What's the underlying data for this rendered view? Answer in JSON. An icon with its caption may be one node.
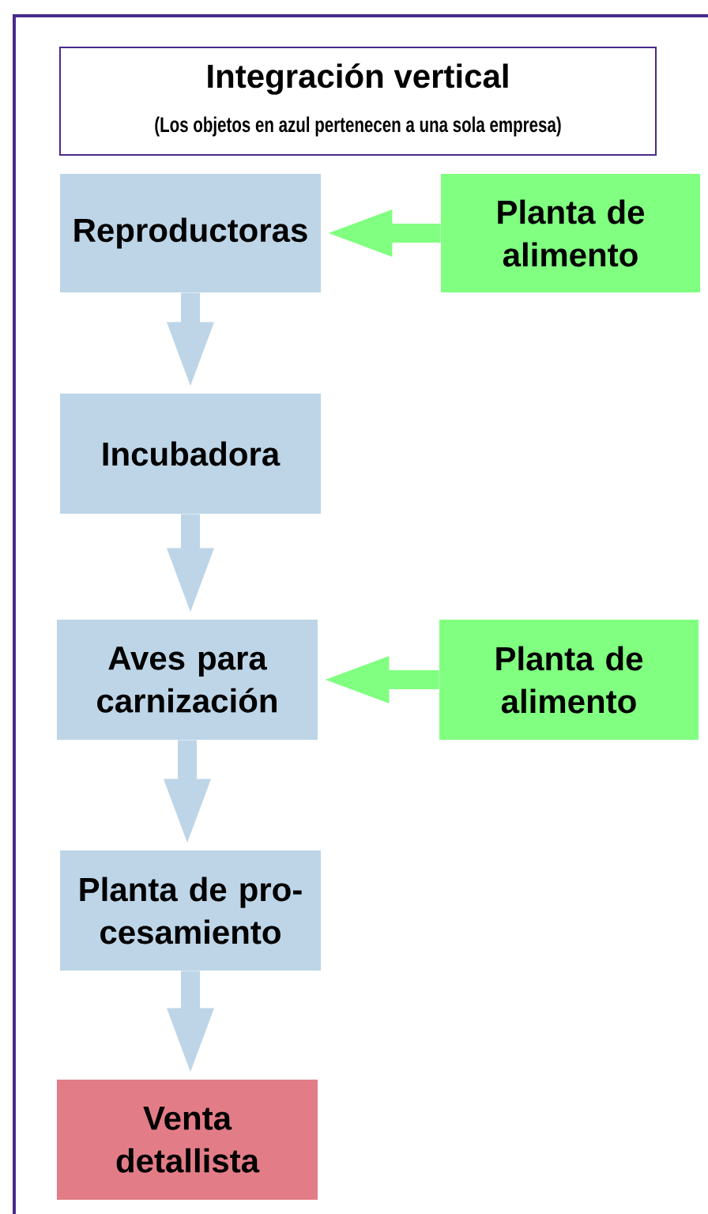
{
  "diagram": {
    "title": "Integración vertical",
    "nodes": [
      {
        "text": [
          "Reproductoras"
        ]
      },
      {
        "text": [
          "Planta de alimento"
        ]
      },
      {
        "text": [
          "Incubadora"
        ]
      },
      {
        "text": [
          "Aves para carnización"
        ]
      },
      {
        "text": [
          "Planta de alimento"
        ]
      },
      {
        "text": [
          "Planta de pro-cesamiento"
        ]
      },
      {
        "text": [
          "Venta detallista"
        ]
      }
    ],
    "edges": [
      {
        "from": 1,
        "to": 0,
        "arrow": "to",
        "color": "#80ff80"
      },
      {
        "from": 0,
        "to": 2,
        "arrow": "to"
      },
      {
        "from": 2,
        "to": 3,
        "arrow": "to"
      },
      {
        "from": 4,
        "to": 3,
        "arrow": "to",
        "color": "#80ff80"
      },
      {
        "from": 3,
        "to": 5,
        "arrow": "to"
      },
      {
        "from": 5,
        "to": 6,
        "arrow": "to"
      }
    ],
    "labels": [
      "(Los objetos en azul pertenecen a una sola empresa)"
    ]
  }
}
